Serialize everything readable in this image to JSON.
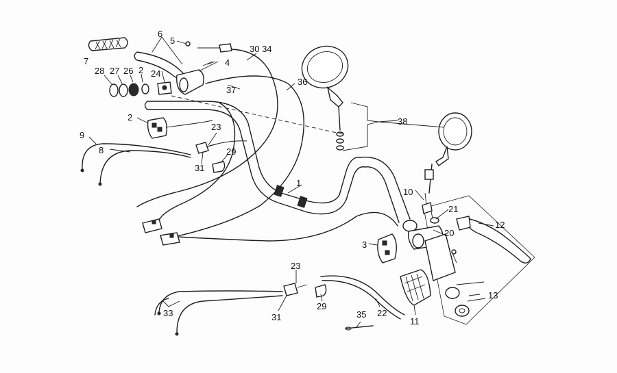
{
  "callouts": [
    {
      "id": "c-1",
      "text": "1"
    },
    {
      "id": "c-2a",
      "text": "2"
    },
    {
      "id": "c-2b",
      "text": "2"
    },
    {
      "id": "c-3",
      "text": "3"
    },
    {
      "id": "c-4",
      "text": "4"
    },
    {
      "id": "c-5",
      "text": "5"
    },
    {
      "id": "c-6",
      "text": "6"
    },
    {
      "id": "c-7",
      "text": "7"
    },
    {
      "id": "c-8",
      "text": "8"
    },
    {
      "id": "c-9",
      "text": "9"
    },
    {
      "id": "c-10",
      "text": "10"
    },
    {
      "id": "c-11",
      "text": "11"
    },
    {
      "id": "c-12",
      "text": "12"
    },
    {
      "id": "c-13",
      "text": "13"
    },
    {
      "id": "c-20",
      "text": "20"
    },
    {
      "id": "c-21",
      "text": "21"
    },
    {
      "id": "c-22",
      "text": "22"
    },
    {
      "id": "c-23a",
      "text": "23"
    },
    {
      "id": "c-23b",
      "text": "23"
    },
    {
      "id": "c-24",
      "text": "24"
    },
    {
      "id": "c-26",
      "text": "26"
    },
    {
      "id": "c-27",
      "text": "27"
    },
    {
      "id": "c-28",
      "text": "28"
    },
    {
      "id": "c-29a",
      "text": "29"
    },
    {
      "id": "c-29b",
      "text": "29"
    },
    {
      "id": "c-30-34",
      "text": "30 34"
    },
    {
      "id": "c-31a",
      "text": "31"
    },
    {
      "id": "c-31b",
      "text": "31"
    },
    {
      "id": "c-33",
      "text": "33"
    },
    {
      "id": "c-35",
      "text": "35"
    },
    {
      "id": "c-36",
      "text": "36"
    },
    {
      "id": "c-37",
      "text": "37"
    },
    {
      "id": "c-38",
      "text": "38"
    }
  ]
}
